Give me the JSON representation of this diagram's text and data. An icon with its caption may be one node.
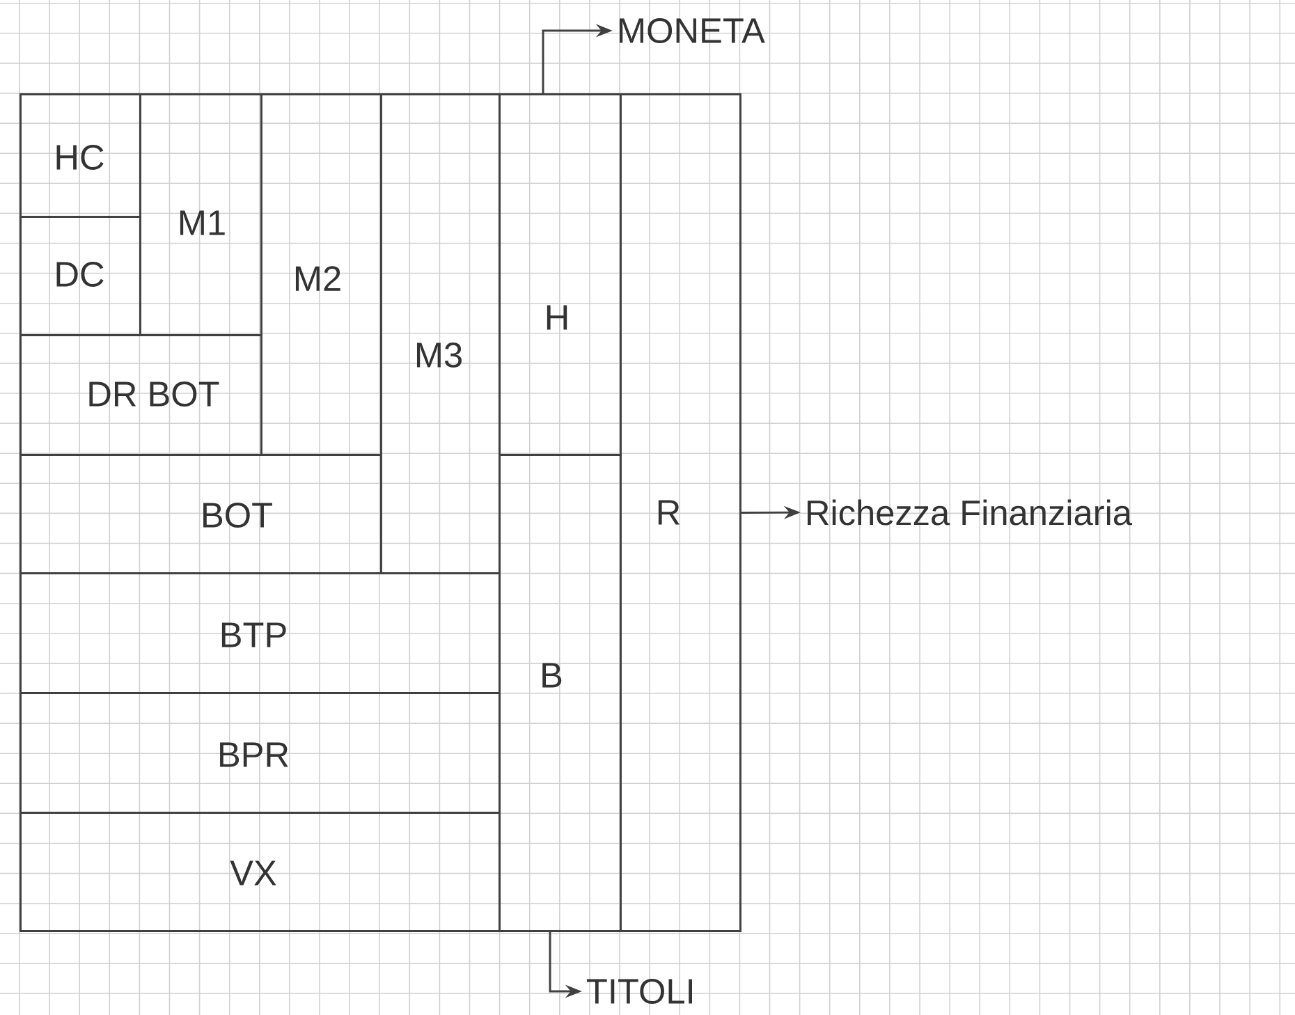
{
  "diagram": {
    "nodes": [
      {
        "text": [
          "R"
        ]
      },
      {
        "text": [
          "M3"
        ],
        "in": 0
      },
      {
        "text": [
          "M2"
        ],
        "in": 1
      },
      {
        "text": [
          "M1"
        ],
        "in": 2
      },
      {
        "text": [
          "HC"
        ],
        "in": 3
      },
      {
        "text": [
          "DC"
        ],
        "in": 3
      },
      {
        "text": [
          "DR BOT"
        ],
        "in": 2
      },
      {
        "text": [
          "BOT"
        ],
        "in": 1
      },
      {
        "text": [
          "BTP"
        ],
        "in": 0
      },
      {
        "text": [
          "BPR"
        ],
        "in": 0
      },
      {
        "text": [
          "VX"
        ],
        "in": 0
      },
      {
        "text": [
          "H"
        ],
        "in": 0
      },
      {
        "text": [
          "B"
        ],
        "in": 0
      },
      {
        "text": [
          "MONETA"
        ]
      },
      {
        "text": [
          "Richezza Finanziaria"
        ]
      },
      {
        "text": [
          "TITOLI"
        ]
      }
    ],
    "edges": [
      {
        "from": 11,
        "to": 13,
        "arrow": "to"
      },
      {
        "from": 0,
        "to": 14,
        "arrow": "to"
      },
      {
        "from": 12,
        "to": 15,
        "arrow": "to"
      }
    ]
  }
}
